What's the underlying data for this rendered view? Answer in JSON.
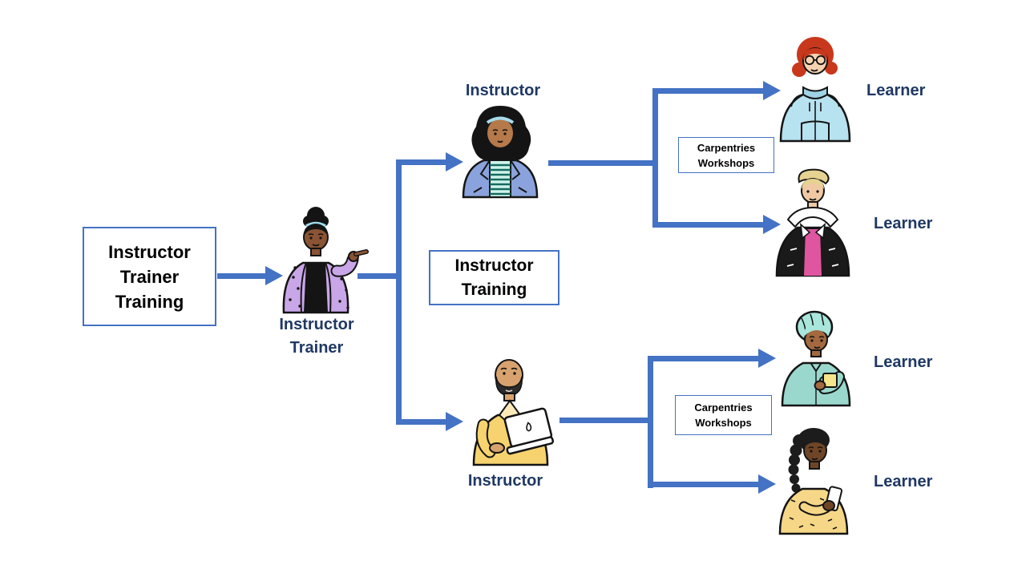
{
  "slide": {
    "background": "#FFFFFF",
    "colors": {
      "connector_blue": "#4472C4",
      "label_navy": "#1F3864",
      "box_border_blue": "#4472C4",
      "box_text": "#000000"
    },
    "boxes": {
      "trainer_training": {
        "label": "Instructor Trainer Training"
      },
      "instructor_training": {
        "label": "Instructor Training"
      },
      "workshops_top": {
        "label": "Carpentries Workshops"
      },
      "workshops_bottom": {
        "label": "Carpentries Workshops"
      }
    },
    "labels": {
      "instructor_trainer": "Instructor Trainer",
      "instructor_top": "Instructor",
      "instructor_bottom": "Instructor",
      "learner_top_1": "Learner",
      "learner_top_2": "Learner",
      "learner_bottom_1": "Learner",
      "learner_bottom_2": "Learner"
    },
    "figures": [
      {
        "name": "instructor-trainer-illustration",
        "depicts": "woman with curly updo, purple polka-dot cardigan, pointing right"
      },
      {
        "name": "instructor-hijab-illustration",
        "depicts": "woman in black hijab with blue band, periwinkle jacket, striped teal top"
      },
      {
        "name": "instructor-laptop-illustration",
        "depicts": "bald bearded man in yellow shirt holding white laptop"
      },
      {
        "name": "learner-hoodie-illustration",
        "depicts": "red-haired learner with glasses in light blue hoodie"
      },
      {
        "name": "learner-jacket-illustration",
        "depicts": "blond learner in black jacket with white collar and pink shirt"
      },
      {
        "name": "learner-turban-illustration",
        "depicts": "learner in teal head wrap holding yellow mug"
      },
      {
        "name": "learner-phone-illustration",
        "depicts": "learner with braided side ponytail in yellow top holding phone"
      }
    ]
  }
}
